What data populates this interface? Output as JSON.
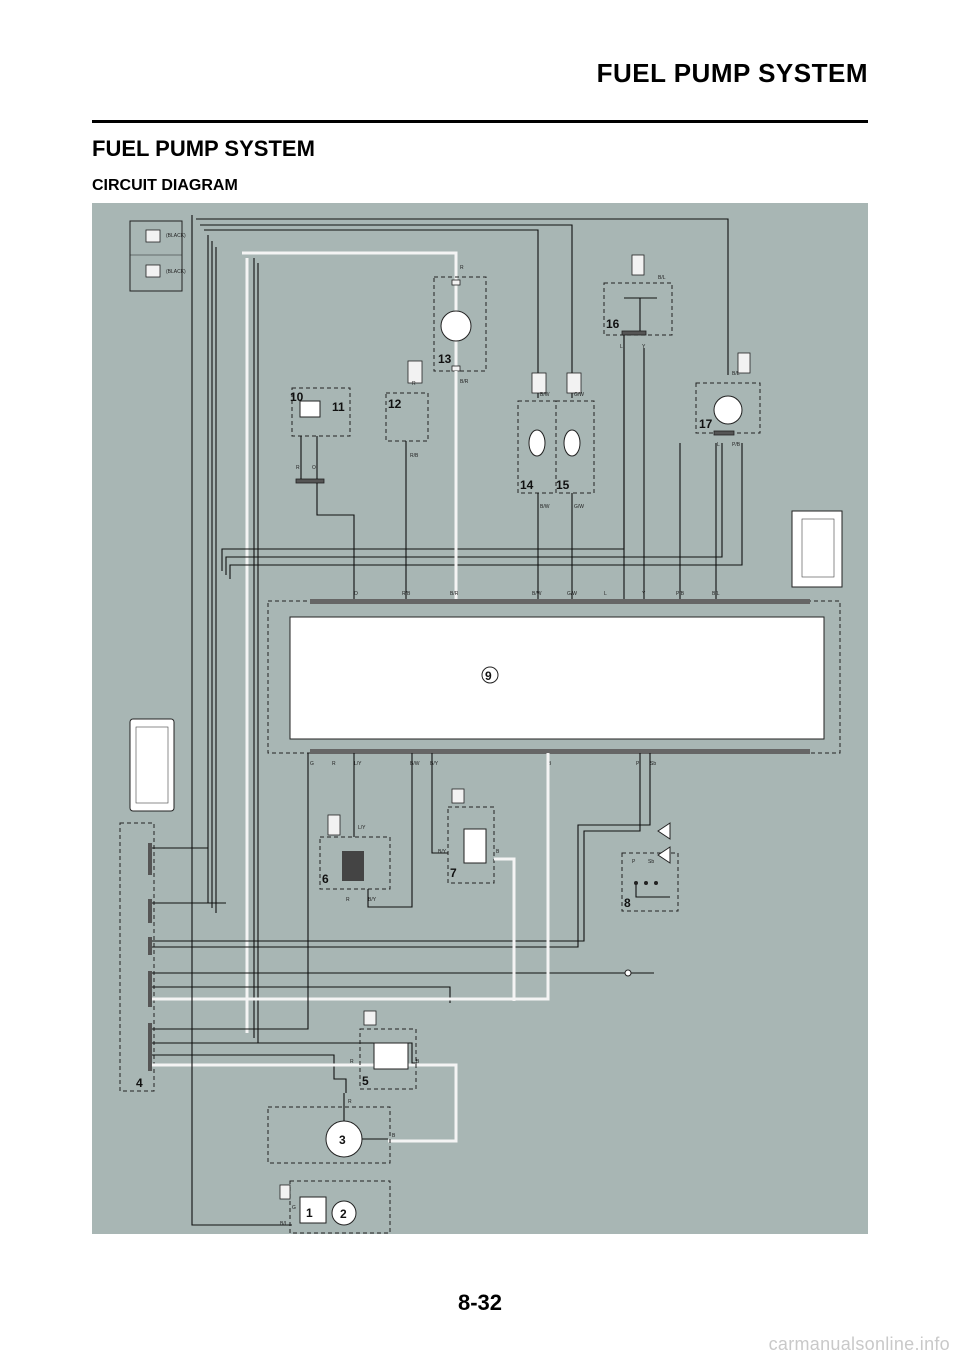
{
  "header": {
    "title": "FUEL PUMP SYSTEM"
  },
  "section": {
    "title": "FUEL PUMP SYSTEM",
    "subtitle": "CIRCUIT DIAGRAM"
  },
  "diagram": {
    "component_numbers": [
      "1",
      "2",
      "3",
      "4",
      "5",
      "6",
      "7",
      "8",
      "9",
      "10",
      "11",
      "12",
      "13",
      "14",
      "15",
      "16",
      "17"
    ],
    "ecu_top_wires": [
      "O",
      "R/B",
      "B/R",
      "B/W",
      "G/W",
      "L",
      "Y",
      "P/B",
      "B/L"
    ],
    "ecu_bottom_wires": [
      "G",
      "R",
      "L/Y",
      "B/W",
      "B/Y",
      "B",
      "P",
      "Sb"
    ],
    "connector_labels": [
      "(BLACK)",
      "(BLACK)"
    ],
    "component_wires": {
      "c10": [
        "R",
        "O"
      ],
      "c12": [
        "R",
        "R/B"
      ],
      "c13": [
        "R",
        "B/R"
      ],
      "c14": [
        "B/W",
        "B/W"
      ],
      "c15": [
        "G/W",
        "G/W"
      ],
      "c16": [
        "B/L",
        "L",
        "Y"
      ],
      "c17": [
        "B/L",
        "L",
        "P/B"
      ],
      "c6": [
        "L/Y",
        "B/Y",
        "R"
      ],
      "c7": [
        "B/Y",
        "B"
      ],
      "c5": [
        "R",
        "B"
      ],
      "c3": [
        "R",
        "B"
      ],
      "c1": [
        "B/L",
        "G"
      ],
      "c8": [
        "P",
        "Sb"
      ]
    }
  },
  "footer": {
    "page_number": "8-32",
    "watermark": "carmanualsonline.info"
  }
}
